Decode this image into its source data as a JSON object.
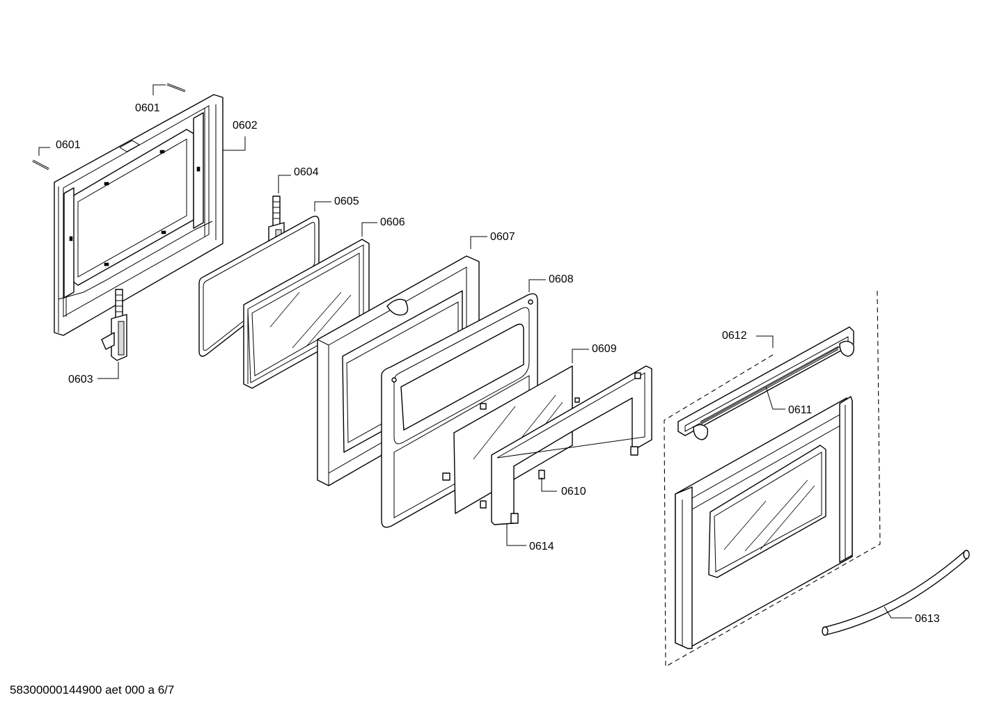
{
  "diagram": {
    "parts": [
      {
        "id": "p0601a",
        "label": "0601"
      },
      {
        "id": "p0601b",
        "label": "0601"
      },
      {
        "id": "p0602",
        "label": "0602"
      },
      {
        "id": "p0603",
        "label": "0603"
      },
      {
        "id": "p0604",
        "label": "0604"
      },
      {
        "id": "p0605",
        "label": "0605"
      },
      {
        "id": "p0606",
        "label": "0606"
      },
      {
        "id": "p0607",
        "label": "0607"
      },
      {
        "id": "p0608",
        "label": "0608"
      },
      {
        "id": "p0609",
        "label": "0609"
      },
      {
        "id": "p0610",
        "label": "0610"
      },
      {
        "id": "p0611",
        "label": "0611"
      },
      {
        "id": "p0612",
        "label": "0612"
      },
      {
        "id": "p0613",
        "label": "0613"
      },
      {
        "id": "p0614",
        "label": "0614"
      }
    ]
  },
  "footer": {
    "document_id": "58300000144900 aet 000 a 6/7"
  }
}
